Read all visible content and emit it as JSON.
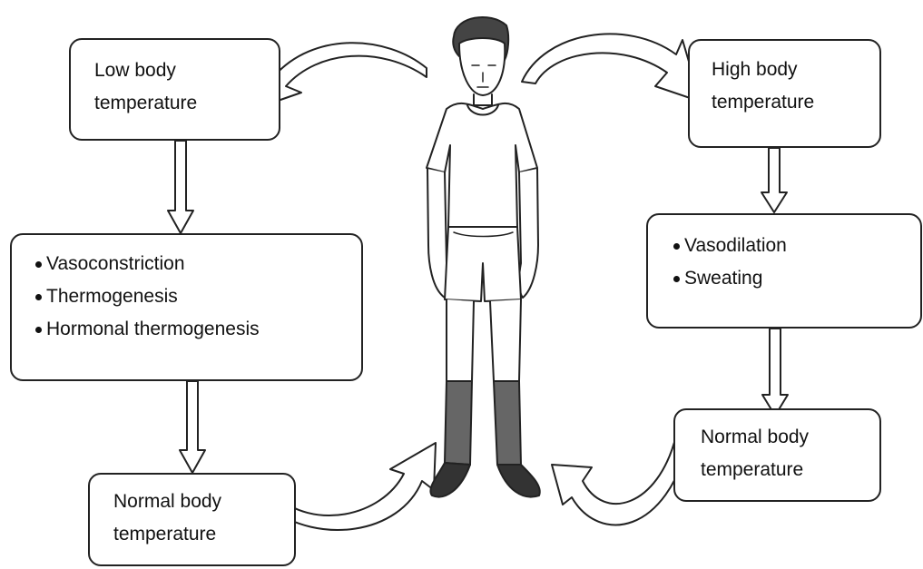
{
  "left": {
    "low_temp": "Low body temperature",
    "responses": [
      "Vasoconstriction",
      "Thermogenesis",
      "Hormonal thermogenesis"
    ],
    "normal_temp": "Normal body temperature"
  },
  "right": {
    "high_temp": "High body temperature",
    "responses": [
      "Vasodilation",
      "Sweating"
    ],
    "normal_temp": "Normal body temperature"
  },
  "figure": {
    "icon": "standing-person-icon"
  }
}
